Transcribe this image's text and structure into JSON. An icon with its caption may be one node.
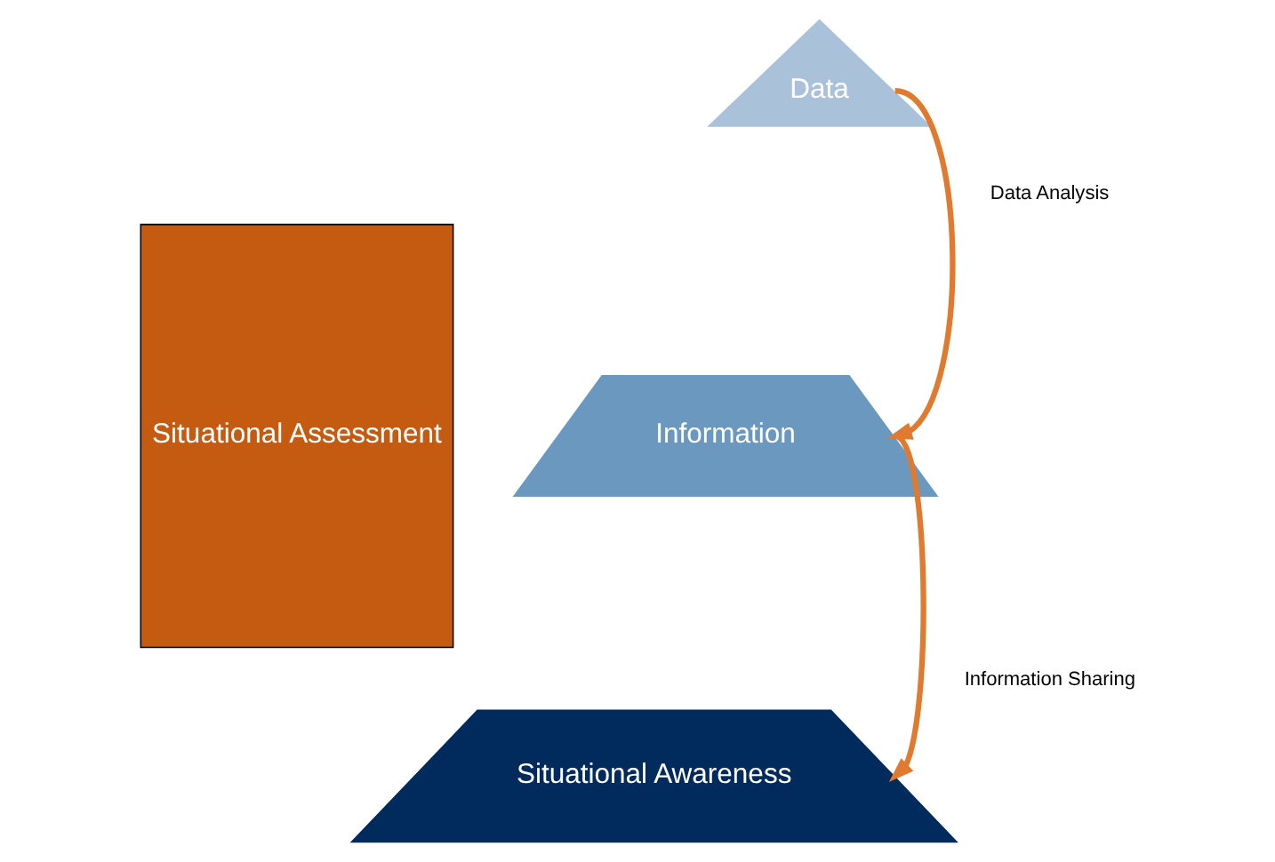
{
  "diagram": {
    "nodes": [
      {
        "text": [
          "Situational Assessment"
        ]
      },
      {
        "text": [
          "Data"
        ]
      },
      {
        "text": [
          "Information"
        ]
      },
      {
        "text": [
          "Situational Awareness"
        ]
      }
    ],
    "edges": [
      {
        "from": 1,
        "to": 2,
        "arrow": "to",
        "label": "Data Analysis"
      },
      {
        "from": 2,
        "to": 3,
        "arrow": "to",
        "label": "Information Sharing"
      }
    ]
  }
}
